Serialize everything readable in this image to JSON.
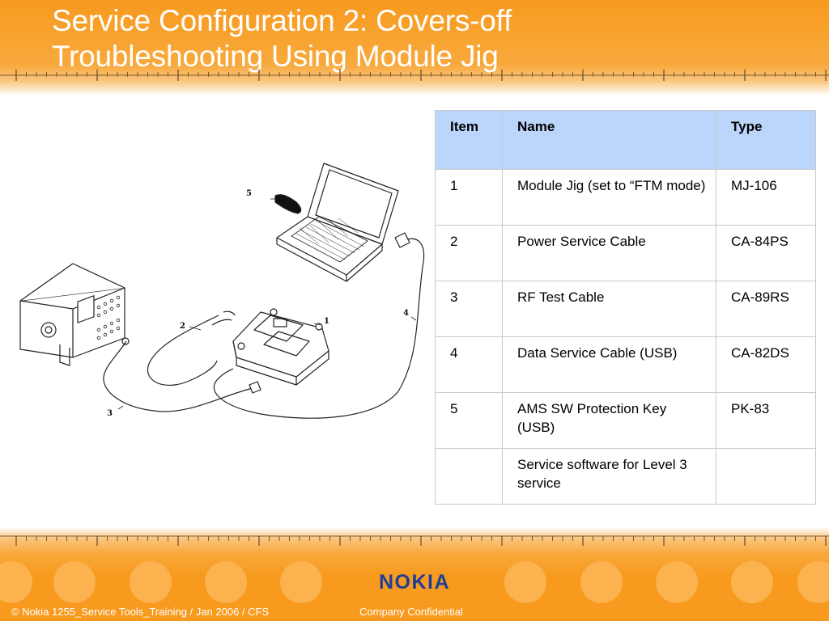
{
  "slide": {
    "title_line1": "Service Configuration 2: Covers-off",
    "title_line2": "Troubleshooting Using Module Jig"
  },
  "table": {
    "headers": [
      "Item",
      "Name",
      "Type"
    ],
    "rows": [
      {
        "item": "1",
        "name": "Module Jig (set to “FTM mode)",
        "type": "MJ-106"
      },
      {
        "item": "2",
        "name": "Power Service Cable",
        "type": "CA-84PS"
      },
      {
        "item": "3",
        "name": "RF Test Cable",
        "type": "CA-89RS"
      },
      {
        "item": "4",
        "name": "Data Service Cable (USB)",
        "type": "CA-82DS"
      },
      {
        "item": "5",
        "name": "AMS SW Protection Key (USB)",
        "type": "PK-83"
      },
      {
        "item": "",
        "name": "Service software for Level 3 service",
        "type": ""
      }
    ]
  },
  "diagram": {
    "callouts": [
      "1",
      "2",
      "3",
      "4",
      "5"
    ]
  },
  "footer": {
    "logo": "NOKIA",
    "left_text": "© Nokia 1255_Service Tools_Training / Jan 2006 / CFS",
    "right_text": "Company Confidential"
  },
  "colors": {
    "brand_orange": "#f79a1e",
    "header_row_blue": "#bcd5fb",
    "logo_blue": "#1f3e98"
  }
}
